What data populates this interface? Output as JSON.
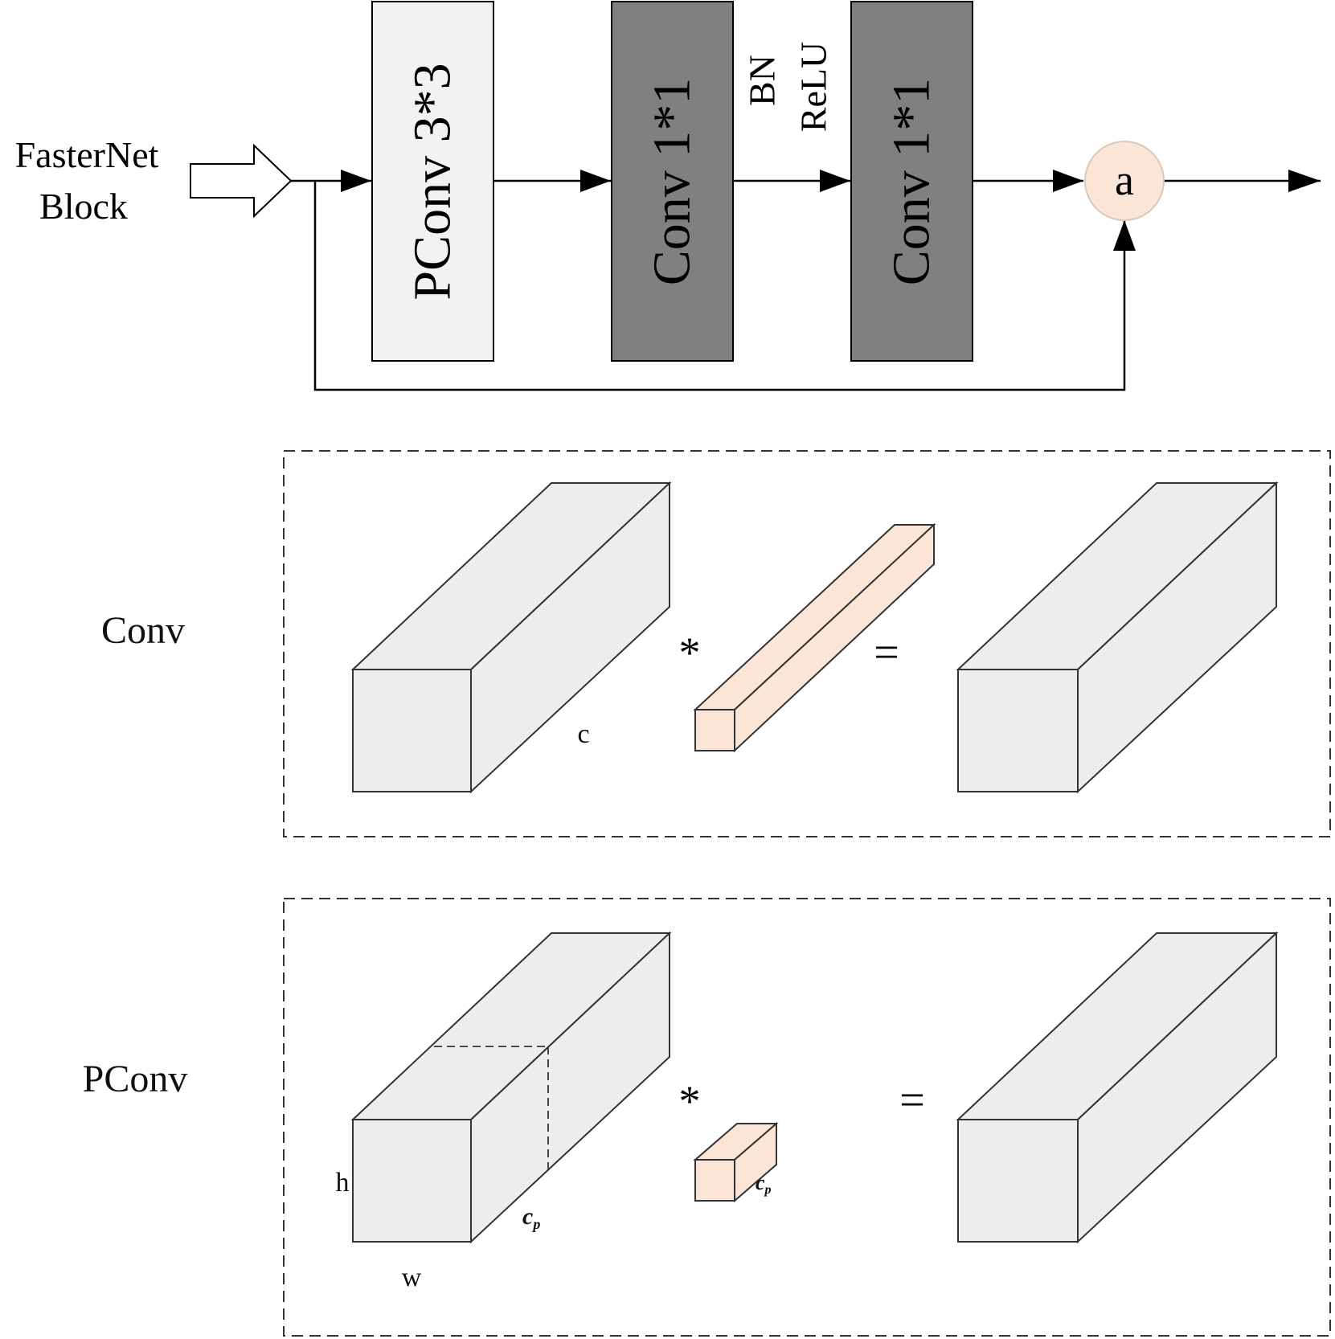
{
  "block": {
    "input_label": [
      "FasterNet",
      "Block"
    ],
    "pconv_box": "PConv 3*3",
    "conv_box_1": "Conv 1*1",
    "bn_label": "BN",
    "relu_label": "ReLU",
    "conv_box_2": "Conv 1*1",
    "add_node": "a"
  },
  "conv_panel": {
    "row_label": "Conv",
    "dim_c": "c",
    "operator": "*",
    "equals": "="
  },
  "pconv_panel": {
    "row_label": "PConv",
    "dim_h": "h",
    "dim_w": "w",
    "dim_cp": "c",
    "dim_cp_sub": "p",
    "kernel_cp": "c",
    "kernel_cp_sub": "p",
    "operator": "*",
    "equals": "="
  },
  "colors": {
    "box_light": "#f2f2f2",
    "box_dark": "#808080",
    "cube_face": "#ededed",
    "kernel_face": "#fbe5d6",
    "node_fill": "#fbe5d6"
  }
}
